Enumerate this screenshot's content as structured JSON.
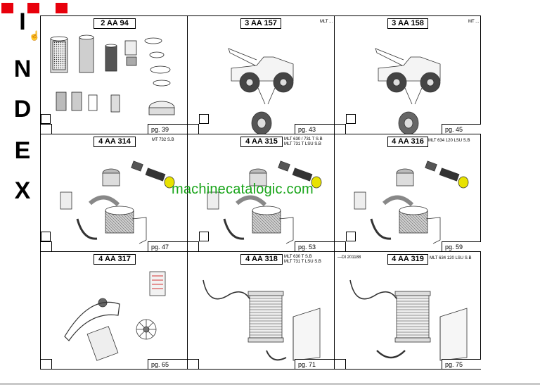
{
  "header": {
    "tab_colors": [
      "#e8000c",
      "#e8000c",
      "#e8000c"
    ]
  },
  "side_title": {
    "letters": [
      "I",
      "N",
      "D",
      "E",
      "X"
    ]
  },
  "cursor_icon": "hand-pointer-icon",
  "watermark": "machinecatalogic.com",
  "cells": [
    {
      "code": "2 AA 94",
      "models": [],
      "page": "pg. 39",
      "illustration": "filters-and-belts"
    },
    {
      "code": "3 AA 157",
      "models": [
        "MLT ..."
      ],
      "page": "pg. 43",
      "illustration": "telehandler-tyre"
    },
    {
      "code": "3 AA 158",
      "models": [
        "MT ..."
      ],
      "page": "pg. 45",
      "illustration": "telehandler-tyre-chain"
    },
    {
      "code": "4 AA 314",
      "models": [
        "MT 732 S.B"
      ],
      "page": "pg. 47",
      "illustration": "air-filter-assembly"
    },
    {
      "code": "4 AA 315",
      "models": [
        "MLT 630 / 731 T S.B",
        "MLT 731 T LSU S.B"
      ],
      "page": "pg. 53",
      "illustration": "air-filter-assembly"
    },
    {
      "code": "4 AA 316",
      "models": [
        "MLT 634 120 LSU S.B"
      ],
      "page": "pg. 59",
      "illustration": "air-filter-assembly"
    },
    {
      "code": "4 AA 317",
      "models": [],
      "page": "pg. 65",
      "illustration": "fan-drive"
    },
    {
      "code": "4 AA 318",
      "models": [
        "MLT 630  T S.B",
        "MLT 731 T LSU S.B"
      ],
      "page": "pg. 71",
      "illustration": "radiator-cooling"
    },
    {
      "code": "4 AA 319",
      "models": [
        "MLT 634 120 LSU S.B"
      ],
      "page": "pg. 75",
      "illustration": "radiator-cooling",
      "note": "DI 201188"
    }
  ]
}
